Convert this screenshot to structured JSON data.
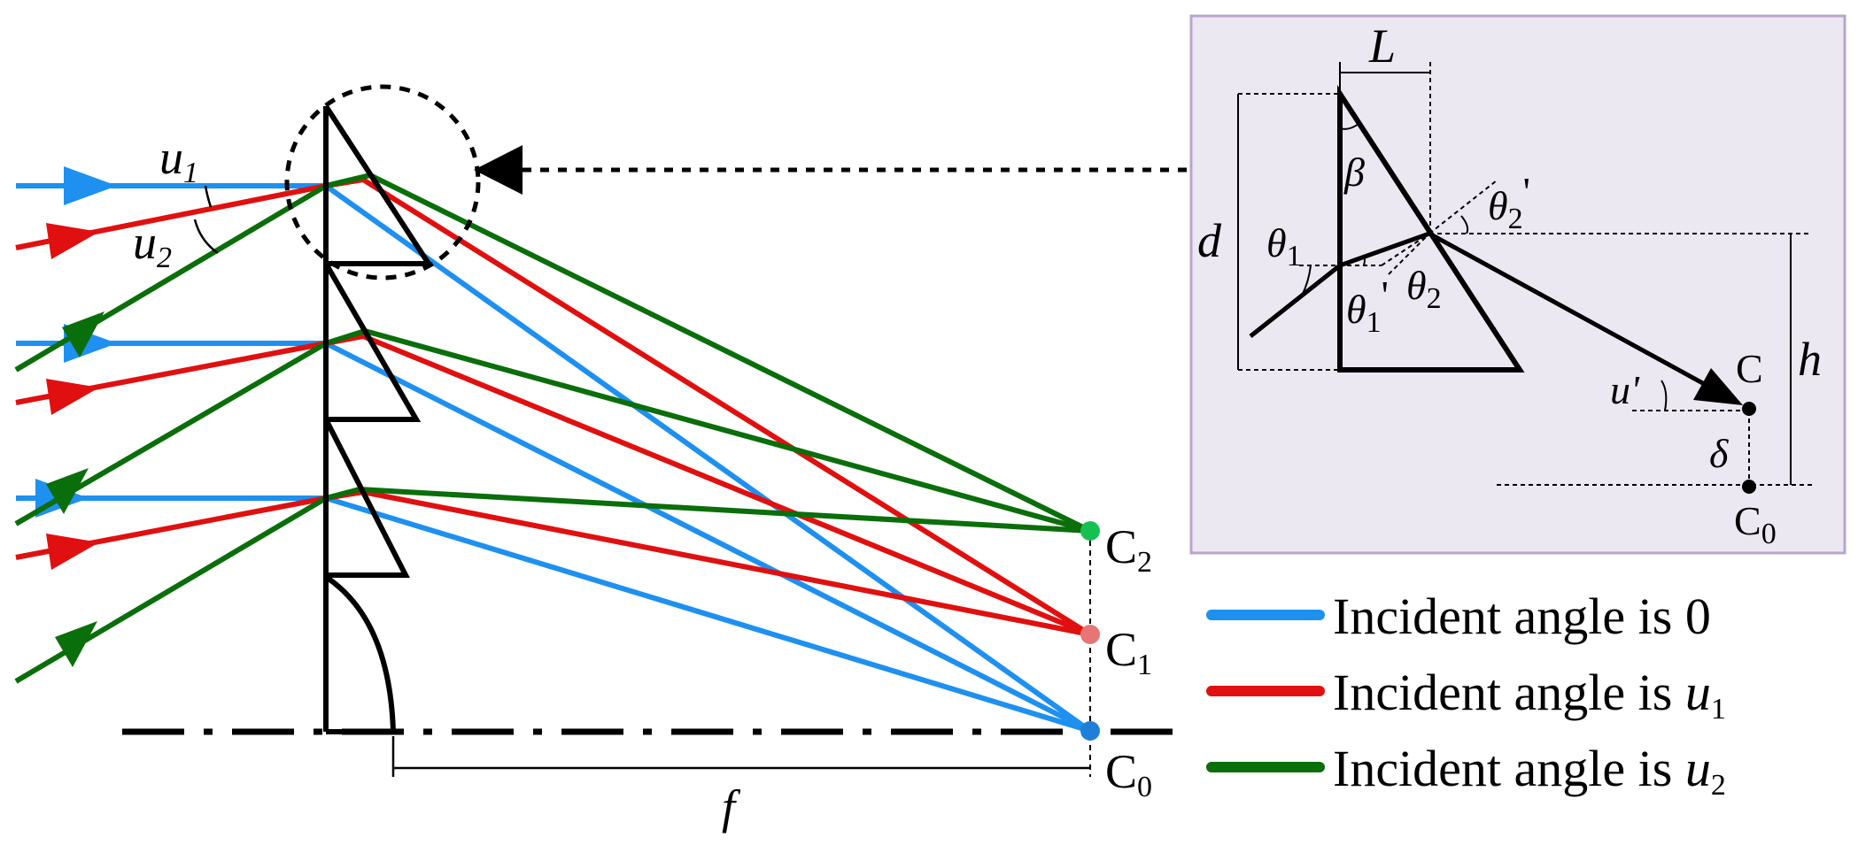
{
  "colors": {
    "blue": "#1e90f0",
    "red": "#e01010",
    "green": "#0a6e0a",
    "black": "#000000",
    "inset_bg": "#ece8f2",
    "inset_border": "#b9a4cf",
    "dot_blue": "#1e7fd8",
    "dot_red": "#e87575",
    "dot_green": "#16c050"
  },
  "main": {
    "angle_u1": "u",
    "angle_u1_sub": "1",
    "angle_u2": "u",
    "angle_u2_sub": "2",
    "focal_label": "f",
    "focus_points": [
      {
        "label": "C",
        "sub": "2"
      },
      {
        "label": "C",
        "sub": "1"
      },
      {
        "label": "C",
        "sub": "0"
      }
    ]
  },
  "legend": [
    {
      "text": "Incident angle is 0",
      "math": "",
      "sub": "",
      "color": "blue"
    },
    {
      "text": "Incident angle is ",
      "math": "u",
      "sub": "1",
      "color": "red"
    },
    {
      "text": "Incident angle is ",
      "math": "u",
      "sub": "2",
      "color": "green"
    }
  ],
  "inset": {
    "L": "L",
    "d": "d",
    "h": "h",
    "beta": "β",
    "theta1": "θ",
    "theta1_sub": "1",
    "theta1p": "θ",
    "theta1p_sub": "1",
    "theta1p_prime": "'",
    "theta2": "θ",
    "theta2_sub": "2",
    "theta2p": "θ",
    "theta2p_sub": "2",
    "theta2p_prime": "'",
    "uprime": "u'",
    "C": "C",
    "delta": "δ",
    "C0": "C",
    "C0_sub": "0"
  }
}
